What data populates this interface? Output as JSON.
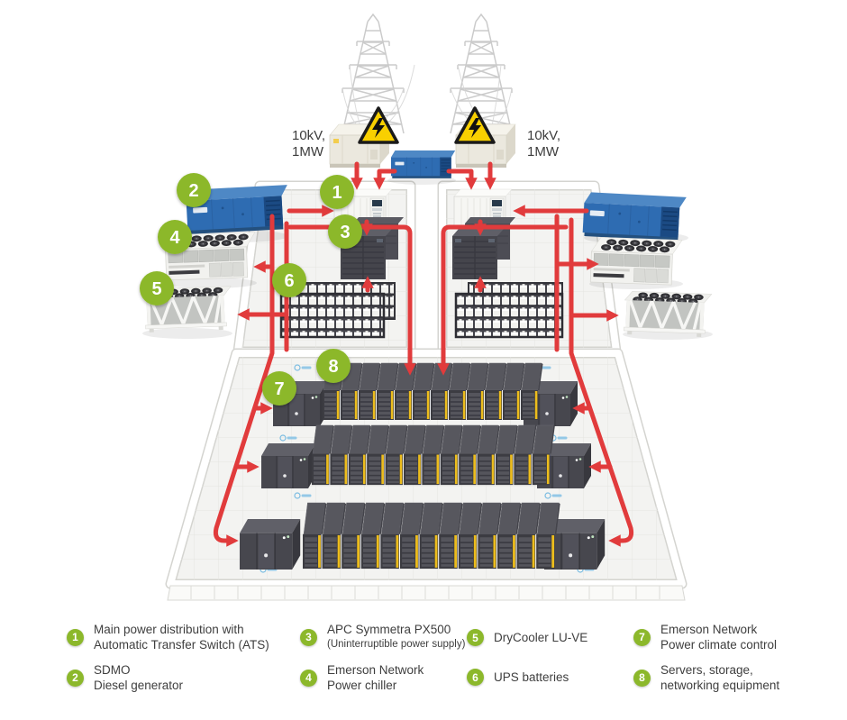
{
  "colors": {
    "accent_green": "#8cb82b",
    "pipe_red": "#e13b3c",
    "generator_blue": "#2f6eb4",
    "warning_yellow": "#f9d000",
    "equipment_dark": "#46464d",
    "rack_stripe_yellow": "#edbd1c"
  },
  "diagram": {
    "transformer_labels": {
      "left": [
        "10kV,",
        "1MW"
      ],
      "right": [
        "10kV,",
        "1MW"
      ]
    }
  },
  "legend": {
    "items": [
      {
        "num": "1",
        "line1": "Main power distribution with",
        "line2": "Automatic Transfer Switch (ATS)"
      },
      {
        "num": "2",
        "line1": "SDMO",
        "line2": "Diesel generator"
      },
      {
        "num": "3",
        "line1": "APC Symmetra PX500",
        "line2": "(Uninterruptible power supply)"
      },
      {
        "num": "4",
        "line1": "Emerson Network",
        "line2": "Power chiller"
      },
      {
        "num": "5",
        "line1": "DryCooler LU-VE",
        "line2": ""
      },
      {
        "num": "6",
        "line1": "UPS batteries",
        "line2": ""
      },
      {
        "num": "7",
        "line1": "Emerson Network",
        "line2": "Power climate control"
      },
      {
        "num": "8",
        "line1": "Servers, storage,",
        "line2": "networking equipment"
      }
    ]
  }
}
